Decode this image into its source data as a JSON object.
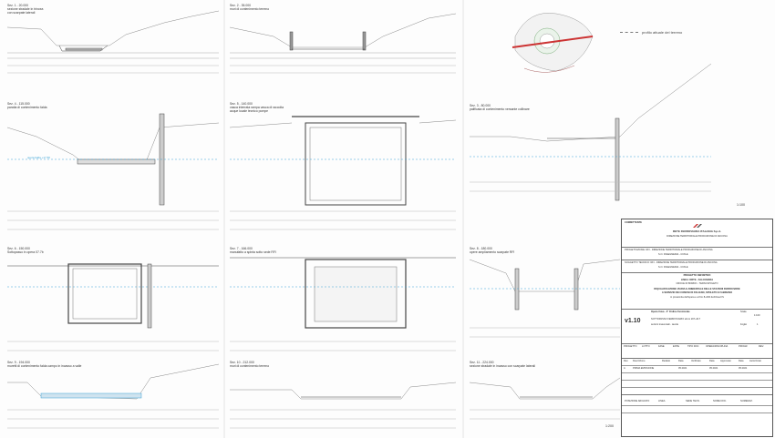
{
  "sections": [
    {
      "id": "s1",
      "title": [
        "Sez. 1 - 20.000",
        "sezione stradale in trincea",
        "con scarpate laterali"
      ]
    },
    {
      "id": "s2",
      "title": [
        "Sez. 2 - 35.000",
        "muri di contenimento terreno"
      ]
    },
    {
      "id": "s3",
      "title": [
        "Sez. 3 - 80.000",
        "palificata di contenimento versante collinare"
      ]
    },
    {
      "id": "s4",
      "title": [
        "Sez. 4 - 115.000",
        "paratia di contenimento falda"
      ]
    },
    {
      "id": "s5",
      "title": [
        "Sez. 5 - 140.000",
        "vasca interrata rampa vasca di raccolta",
        "acque locale tecnico pompe"
      ]
    },
    {
      "id": "s6",
      "title": [
        "Sez. 6 - 150.000",
        "Sottopasso in opera 07.7b"
      ]
    },
    {
      "id": "s7",
      "title": [
        "Sez. 7 - 166.000",
        "manufatto a spinta sotto sede RFI"
      ]
    },
    {
      "id": "s8",
      "title": [
        "Sez. 8 - 180.000",
        "opere ampliamento scarpate RFI"
      ]
    },
    {
      "id": "s9",
      "title": [
        "Sez. 9 - 194.000",
        "muretti di contenimento falda campo in incasso a valle"
      ]
    },
    {
      "id": "s10",
      "title": [
        "Sez. 10 - 212.000",
        "muri di contenimento terreno"
      ]
    },
    {
      "id": "s11",
      "title": [
        "Sez. 11 - 224.000",
        "sezione stradale in incasso con scarpate laterali"
      ]
    }
  ],
  "legend": {
    "text": "profilo attuale del terreno"
  },
  "scales": {
    "upper": "1:100",
    "lower": "1:200"
  },
  "annotations": {
    "falda": "quota falda +17,50"
  },
  "title_block": {
    "committente_label": "COMMITTENTE",
    "company": "RETE FERROVIARIA ITALIANA S.p.A.",
    "company_sub": "DIREZIONE TERRITORIALE PRODUZIONE DI ANCONA",
    "progettazione": "PROGETTAZIONE: RFI - DIREZIONE TERRITORIALE PRODUZIONE DI ANCONA",
    "progettazione_sub": "S.O. INGEGNERIA - CIVILE",
    "soggetto": "SOGGETTO TECNICO: RFI - DIREZIONE TERRITORIALE PRODUZIONE DI ANCONA",
    "soggetto_sub": "S.O. INGEGNERIA - CIVILE",
    "phase": "PROGETTO DEFINITIVO",
    "line": "LINEA: ORTE - FALCONARA",
    "line_sub": "CROCE DI BORDO - TERNI-SPOLETO",
    "description": "RIQUALIFICAZIONE VIARIA E AMBIENTALE DELLE STAZIONI FERROVIARIE",
    "description2": "A SERVIZIO DEI COMUNI DI FOLIGNO, SPOLETO E FABRIANO",
    "description3": "in prossimita dell'opera e al Km 8+000 dell'Area FS",
    "rev": "v1.10",
    "opera_title": "Opera Cava - 2° Ordine Funzionale",
    "opera_sub": "SOTTOPASSO FERROVIARIO al km 207+317",
    "opera_sub2": "sezioni trasversali - tavola",
    "scale_label": "Scala",
    "scale_val": "1:100",
    "sheet_label": "Foglio",
    "sheet_val": "1",
    "headers": [
      "PROGETTO",
      "LOTTO",
      "FASE",
      "ENTE",
      "TIPO DOC",
      "OPERA/DISCIPLINA",
      "PROGR.",
      "REV."
    ],
    "rev_headers": [
      "Rev.",
      "Descrizione",
      "Redatto",
      "Data",
      "Verificato",
      "Data",
      "Approvato",
      "Data",
      "Autorizzato"
    ],
    "rev_row": [
      "A",
      "PRIMA EMISSIONE",
      "",
      "05.2021",
      "",
      "05.2021",
      "",
      "05.2021",
      ""
    ],
    "archive_label": "POSIZIONE ARCHIVIO",
    "archive_headers": [
      "LINEA",
      "SEDE TECN.",
      "NOME DOC.",
      "NUMERAZ."
    ]
  }
}
